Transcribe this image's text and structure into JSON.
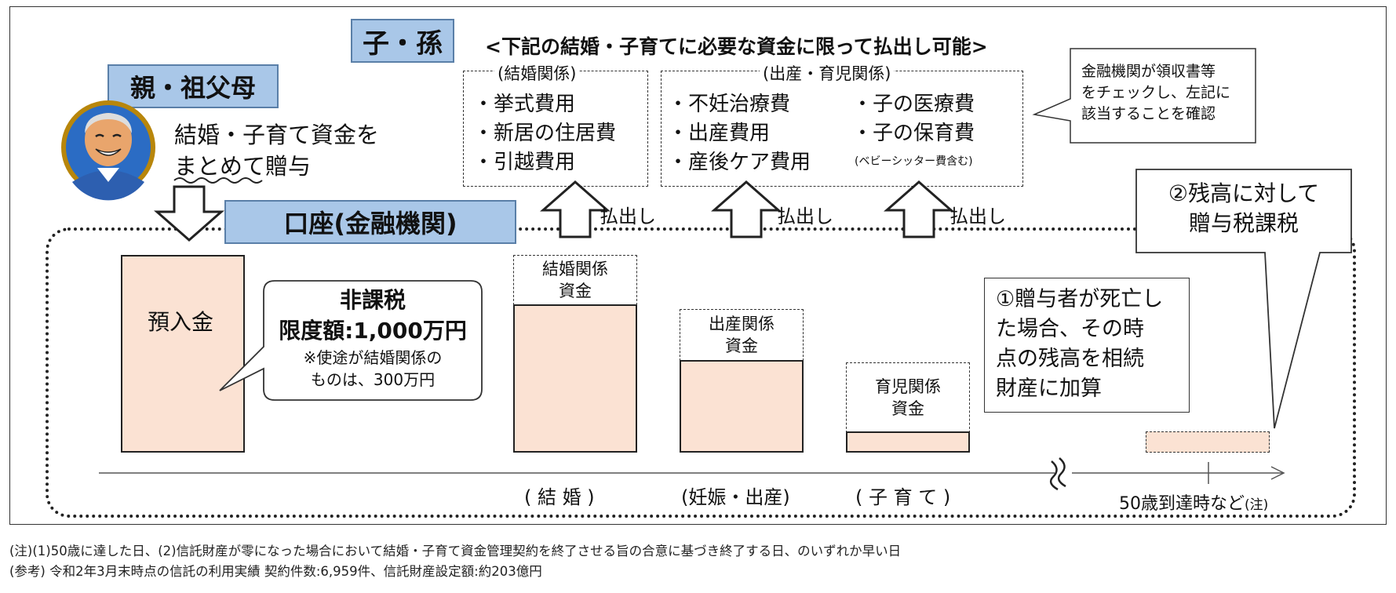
{
  "header_child": "子・孫",
  "header_parent": "親・祖父母",
  "header_account": "口座(金融機関)",
  "condition_title": "<下記の結婚・子育てに必要な資金に限って払出し可能>",
  "marriage_group": {
    "title": "(結婚関係)",
    "items": [
      "・挙式費用",
      "・新居の住居費",
      "・引越費用"
    ]
  },
  "childbirth_group": {
    "title": "(出産・育児関係)",
    "left_items": [
      "・不妊治療費",
      "・出産費用",
      "・産後ケア費用"
    ],
    "right_items": [
      "・子の医療費",
      "・子の保育費"
    ],
    "right_note": "(ベビーシッター費含む)"
  },
  "bank_note": [
    "金融機関が領収書等",
    "をチェックし、左記に",
    "該当することを確認"
  ],
  "gift_text": [
    "結婚・子育て資金を",
    "まとめて贈与"
  ],
  "withdraw_label": "払出し",
  "deposit_label": "預入金",
  "tax_free": {
    "title": "非課税",
    "limit": "限度額:1,000万円",
    "note": [
      "※使途が結婚関係の",
      "ものは、300万円"
    ]
  },
  "funds": {
    "marriage": [
      "結婚関係",
      "資金"
    ],
    "birth": [
      "出産関係",
      "資金"
    ],
    "child": [
      "育児関係",
      "資金"
    ]
  },
  "phases": [
    "( 結 婚 )",
    "(妊娠・出産)",
    "( 子 育 て )"
  ],
  "age_label": "50歳到達時など",
  "age_note": "(注)",
  "death_note": [
    "①贈与者が死亡し",
    "た場合、その時",
    "点の残高を相続",
    "財産に加算"
  ],
  "balance_tax": [
    "②残高に対して",
    "贈与税課税"
  ],
  "footnotes": [
    "(注)(1)50歳に達した日、(2)信託財産が零になった場合において結婚・子育て資金管理契約を終了させる旨の合意に基づき終了する日、のいずれか早い日",
    "(参考) 令和2年3月末時点の信託の利用実績  契約件数:6,959件、信託財産設定額:約203億円"
  ],
  "colors": {
    "header_fill": "#a9c7e8",
    "fund_fill": "#fbe2d3",
    "border": "#222222"
  }
}
